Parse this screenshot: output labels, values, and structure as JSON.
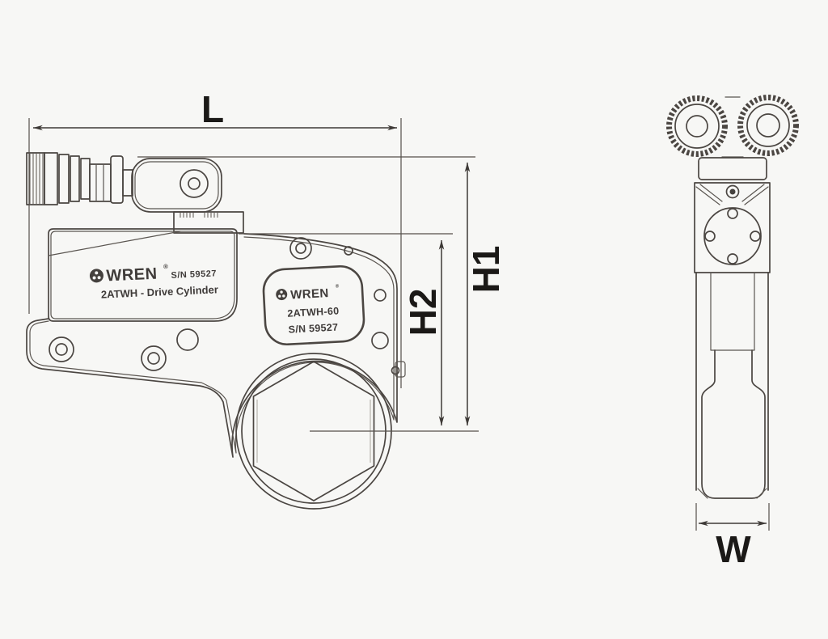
{
  "drawing": {
    "description": "WREN 2ATWH low-profile hydraulic torque wrench dimensional drawing, front view and side view",
    "colors": {
      "background": "#f7f7f5",
      "line": "#4b4642",
      "dimension_line": "#3e3a37",
      "text": "#1b1917",
      "faint_line": "#b7b3ac"
    }
  },
  "dimensions": {
    "length_label": "L",
    "overall_height_label": "H1",
    "head_height_label": "H2",
    "width_label": "W"
  },
  "front_view": {
    "cylinder_stamp": {
      "brand": "WREN",
      "registered_mark": "®",
      "serial": "S/N 59527",
      "model_line": "2ATWH - Drive Cylinder"
    },
    "hex_badge": {
      "brand": "WREN",
      "registered_mark": "®",
      "model": "2ATWH-60",
      "serial": "S/N 59527"
    },
    "icons": {
      "logo": "wren-gear-logo"
    }
  }
}
